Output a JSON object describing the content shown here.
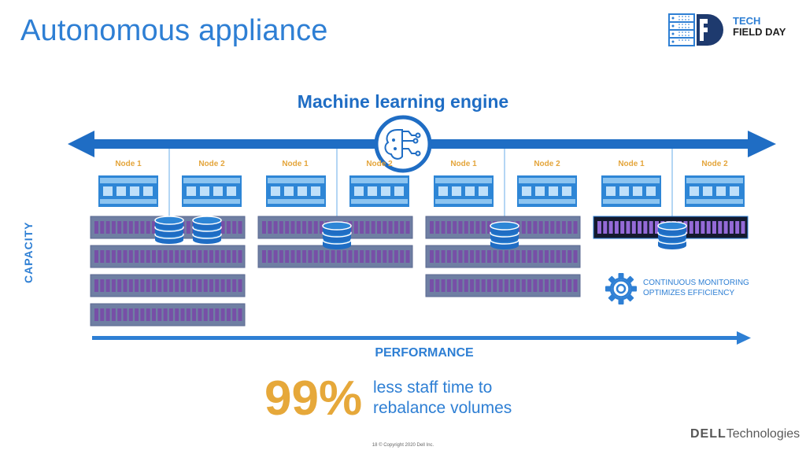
{
  "slide": {
    "title": "Autonomous appliance",
    "engine_label": "Machine learning engine",
    "capacity_label": "CAPACITY",
    "performance_label": "PERFORMANCE",
    "stat_value": "99%",
    "stat_line1": "less staff time to",
    "stat_line2": "rebalance volumes",
    "monitor_line1": "CONTINUOUS MONITORING",
    "monitor_line2": "OPTIMIZES EFFICIENCY",
    "footer": "18   © Copyright 2020 Dell Inc.",
    "logo_tech": "TECH",
    "logo_fieldday": "FIELD DAY",
    "dell_brand": "DELL",
    "dell_suffix": "Technologies"
  },
  "clusters": [
    {
      "nodes": [
        "Node 1",
        "Node 2"
      ],
      "shelves": 4
    },
    {
      "nodes": [
        "Node 1",
        "Node 2"
      ],
      "shelves": 2
    },
    {
      "nodes": [
        "Node 1",
        "Node 2"
      ],
      "shelves": 3
    },
    {
      "nodes": [
        "Node 1",
        "Node 2"
      ],
      "shelves": 1
    }
  ],
  "colors": {
    "accent": "#2e7fd4",
    "dark_blue": "#1f6dc4",
    "gold": "#e6a83a",
    "shelf_fill": "#6f7fa3",
    "shelf_stripe": "#7a3fa8",
    "optimized_shelf": "#141a2e"
  },
  "icons": [
    "brain-circuit-icon",
    "database-icon",
    "gear-icon",
    "server-rack-icon"
  ]
}
